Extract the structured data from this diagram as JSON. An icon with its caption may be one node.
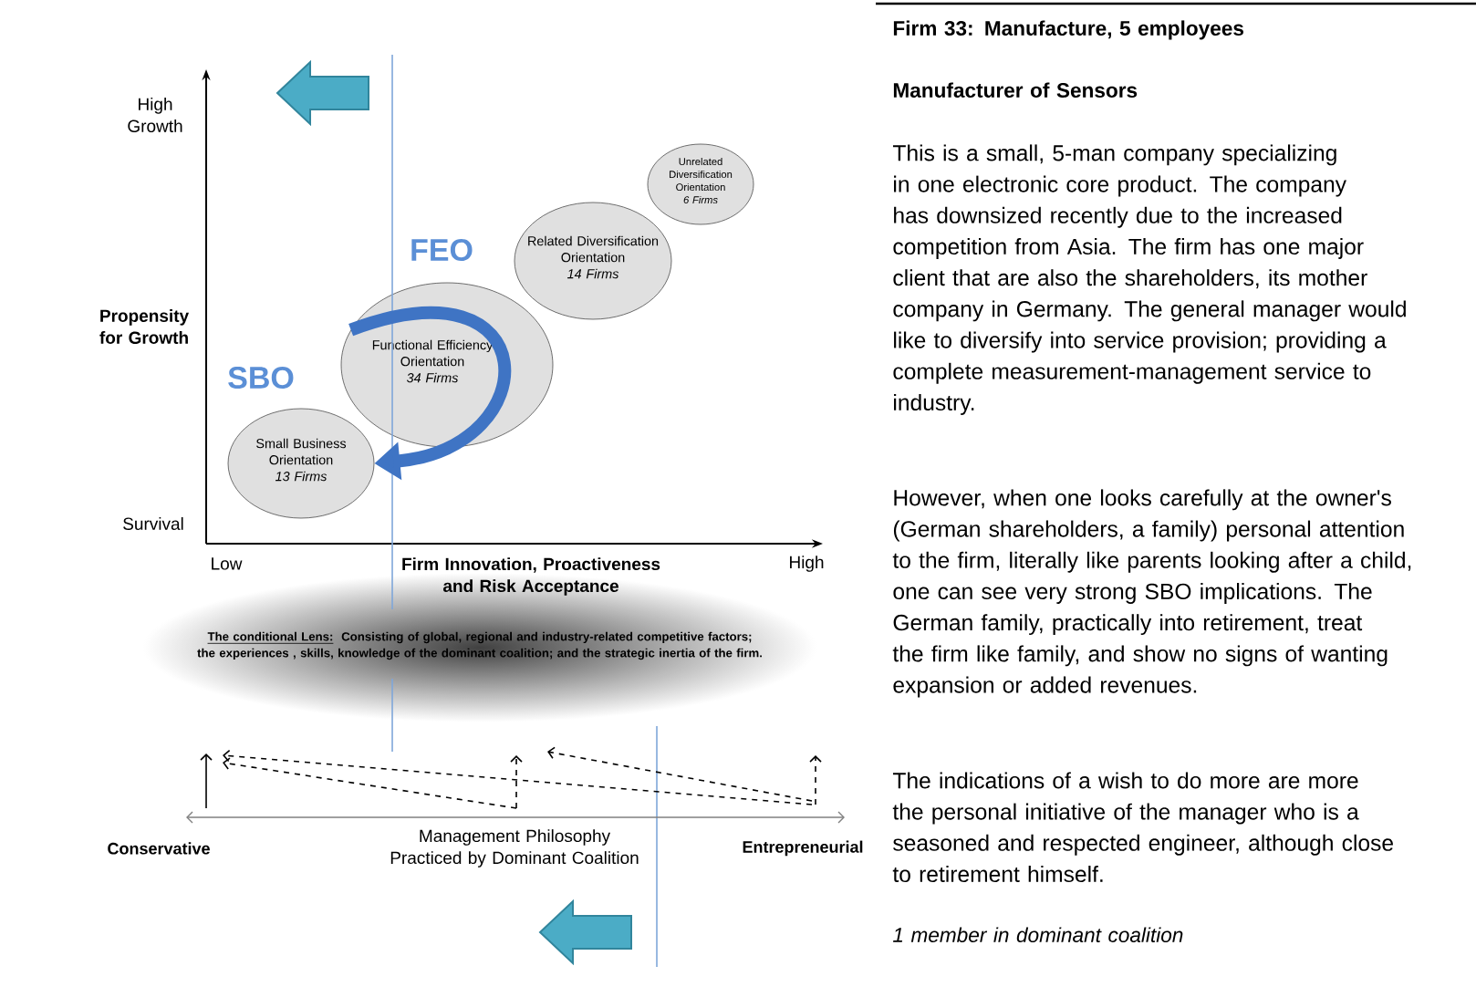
{
  "diagram": {
    "nodes": [
      {
        "text": [
          "Small Business Orientation",
          "13 Firms"
        ]
      },
      {
        "text": [
          "Functional Efficiency Orientation",
          "34 Firms"
        ]
      },
      {
        "text": [
          "Related Diversification Orientation",
          "14 Firms"
        ]
      },
      {
        "text": [
          "Unrelated Diversification Orientation",
          "6 Firms"
        ]
      },
      {
        "text": [
          "The conditional Lens:",
          "Consisting of global, regional and industry-related competitive factors; the experiences , skills, knowledge of the dominant coalition; and the strategic inertia of the firm."
        ]
      }
    ],
    "edges": [
      {
        "from": 1,
        "to": 0,
        "arrow": "to",
        "color": "#3f74c4"
      }
    ],
    "labels": [
      "High Growth",
      "Propensity for Growth",
      "Survival",
      "Low",
      "Firm Innovation, Proactiveness and Risk Acceptance",
      "High",
      "FEO",
      "SBO",
      "Conservative",
      "Management Philosophy Practiced by Dominant Coalition",
      "Entrepreneurial",
      "Firm 33: Manufacture, 5 employees",
      "Manufacturer of Sensors",
      "This is a small, 5-man company specializing in one electronic core product. The company has downsized recently due to the increased competition from Asia. The firm has one major client that are also the shareholders, its mother company in Germany. The general manager would like to diversify into service provision; providing a complete measurement-management service to industry.",
      "However, when one looks carefully at the owner's (German shareholders, a family) personal attention to the firm, literally like parents looking after a child, one can see very strong SBO implications. The German family, practically into retirement, treat the firm like family, and show no signs of wanting expansion or added revenues.",
      "The indications of a wish to do more are more the personal initiative of the manager who is a seasoned and respected engineer, although close to retirement himself.",
      "1 member in dominant coalition"
    ]
  }
}
